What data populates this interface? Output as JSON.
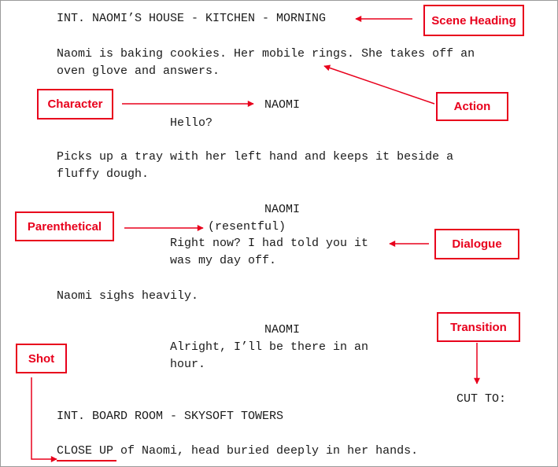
{
  "script": {
    "scene1_heading": "INT. NAOMI’S HOUSE - KITCHEN - MORNING",
    "action1": [
      "Naomi is baking cookies. Her mobile rings. She takes off an",
      "oven glove and answers."
    ],
    "char1": "NAOMI",
    "dialogue1": [
      "Hello?"
    ],
    "action2": [
      "Picks up a tray with her left hand and keeps it beside a",
      "fluffy dough."
    ],
    "char2": "NAOMI",
    "parenthetical": "(resentful)",
    "dialogue2": [
      "Right now? I had told you it",
      "was my day off."
    ],
    "action3": [
      "Naomi sighs heavily."
    ],
    "char3": "NAOMI",
    "dialogue3": [
      "Alright, I’ll be there in an",
      "hour."
    ],
    "transition": "CUT TO:",
    "scene2_heading": "INT. BOARD ROOM - SKYSOFT TOWERS",
    "shot_text": "CLOSE UP",
    "shot_rest": " of Naomi, head buried deeply in her hands."
  },
  "labels": {
    "scene_heading": "Scene Heading",
    "action": "Action",
    "character": "Character",
    "parenthetical": "Parenthetical",
    "dialogue": "Dialogue",
    "transition": "Transition",
    "shot": "Shot"
  },
  "colors": {
    "annotation": "#e8001c",
    "text": "#1a1a1a"
  }
}
